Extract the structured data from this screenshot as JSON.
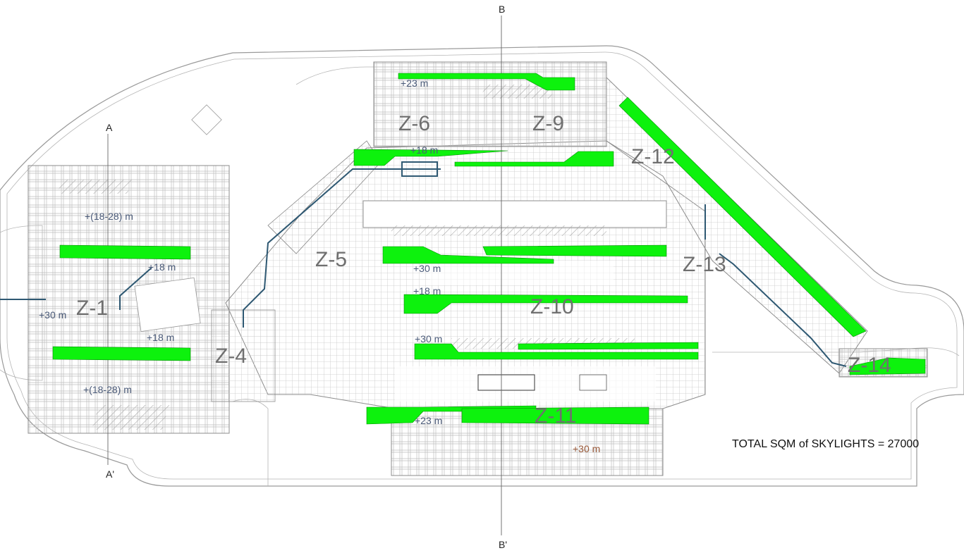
{
  "drawing": {
    "total_label": "TOTAL SQM of SKYLIGHTS = 27000",
    "colors": {
      "skylight": "#0df20d",
      "skylight_edge": "#078a07",
      "grid": "#c7c7c7",
      "outline": "#9a9a9a",
      "beam": "#2e5872"
    },
    "sections": {
      "a_top": "A",
      "a_bottom": "A'",
      "b_top": "B",
      "b_bottom": "B'"
    },
    "zones": {
      "z1": "Z-1",
      "z4": "Z-4",
      "z5": "Z-5",
      "z6": "Z-6",
      "z9": "Z-9",
      "z10": "Z-10",
      "z11": "Z-11",
      "z12": "Z-12",
      "z13": "Z-13",
      "z14": "Z-14"
    },
    "elevations": {
      "e1": "+(18-28) m",
      "e2": "+18 m",
      "e3": "+30 m",
      "e4": "+18 m",
      "e5": "+(18-28) m",
      "e6": "+23 m",
      "e7": "+18 m",
      "e8": "+30 m",
      "e9": "+18 m",
      "e10": "+30 m",
      "e11": "+23 m",
      "e12": "+30 m"
    }
  }
}
